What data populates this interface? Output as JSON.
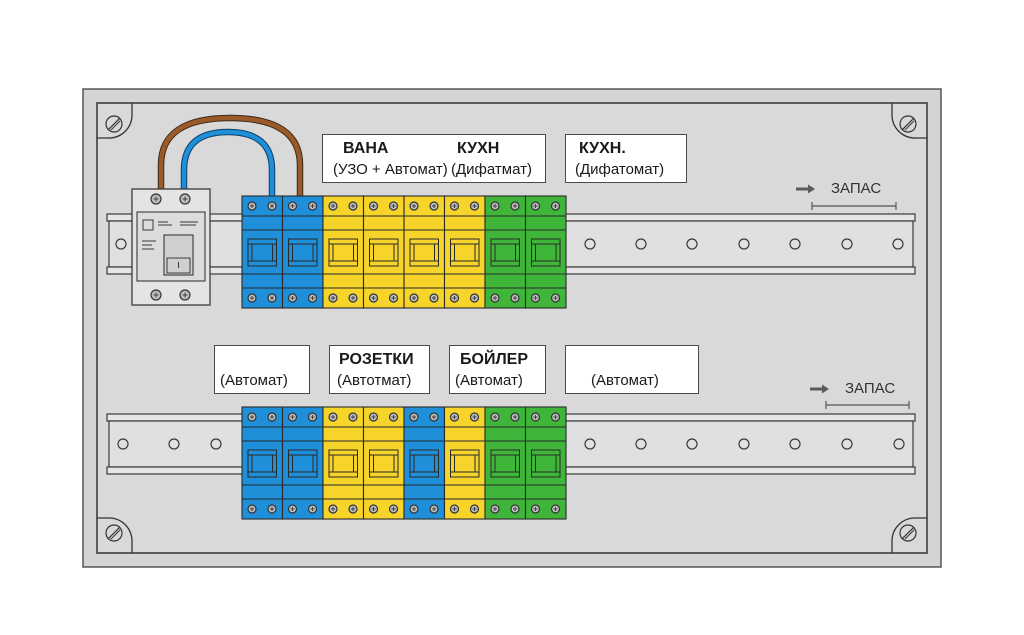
{
  "diagram": {
    "title": "Electrical distribution panel layout",
    "colors": {
      "panel_outer": "#d4d4d4",
      "panel_inner": "#d8d8d8",
      "outline": "#3a3a3a",
      "rail": "#e2e2e2",
      "blue": "#1e8fd8",
      "yellow": "#f6d42a",
      "green": "#3fb53a",
      "wire_brown": "#9a5a2a",
      "wire_blue": "#1e8fd8"
    },
    "rows": [
      {
        "id": "top",
        "input_device": {
          "type": "main-switch"
        },
        "breakers": [
          "blue",
          "blue",
          "yellow",
          "yellow",
          "yellow",
          "yellow",
          "green",
          "green"
        ],
        "labels": [
          {
            "title": "ВАНА",
            "subtitle": "(УЗО + Автомат)"
          },
          {
            "title": "КУХН",
            "subtitle": "(Дифатмат)"
          },
          {
            "title": "КУХН.",
            "subtitle": "(Дифатомат)"
          }
        ],
        "spare": {
          "label": "ЗАПАС"
        }
      },
      {
        "id": "bottom",
        "breakers": [
          "blue",
          "blue",
          "yellow",
          "yellow",
          "blue",
          "yellow",
          "green",
          "green"
        ],
        "labels": [
          {
            "title": "",
            "subtitle": "(Автомат)"
          },
          {
            "title": "РОЗЕТКИ",
            "subtitle": "(Автотмат)"
          },
          {
            "title": "БОЙЛЕР",
            "subtitle": "(Автомат)"
          },
          {
            "title": "",
            "subtitle": "(Автомат)"
          }
        ],
        "spare": {
          "label": "ЗАПАС"
        }
      }
    ]
  }
}
